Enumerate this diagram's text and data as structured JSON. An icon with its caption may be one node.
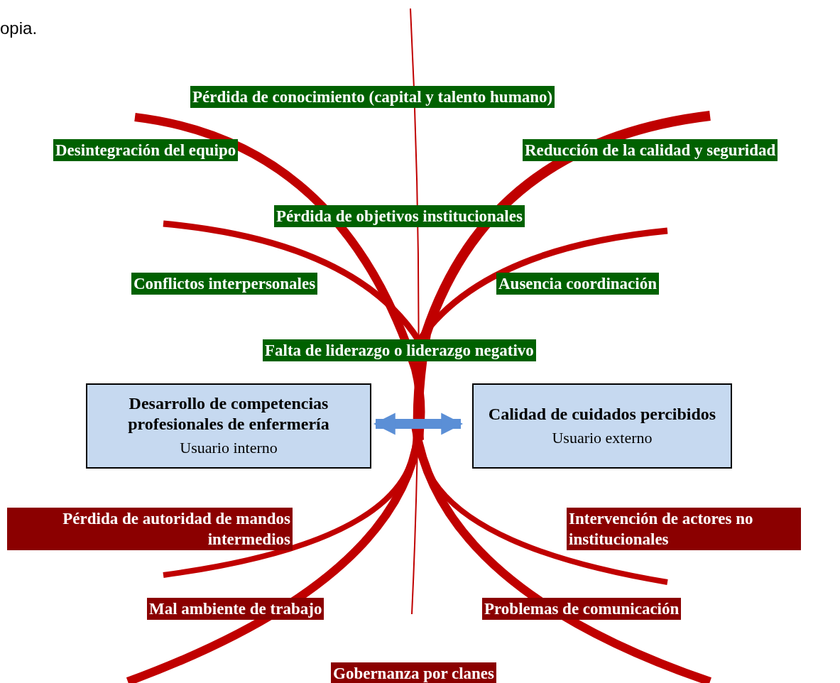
{
  "diagram": {
    "nodes": [
      {
        "text": [
          "Pérdida de conocimiento (capital y talento humano)"
        ]
      },
      {
        "text": [
          "Desintegración del equipo"
        ]
      },
      {
        "text": [
          "Reducción de la calidad y seguridad"
        ]
      },
      {
        "text": [
          "Pérdida de objetivos institucionales"
        ]
      },
      {
        "text": [
          "Conflictos interpersonales"
        ]
      },
      {
        "text": [
          "Ausencia coordinación"
        ]
      },
      {
        "text": [
          "Falta de liderazgo o liderazgo negativo"
        ]
      },
      {
        "text": [
          "Desarrollo de competencias profesionales de enfermería",
          "Usuario interno"
        ]
      },
      {
        "text": [
          "Calidad de cuidados percibidos",
          "Usuario externo"
        ]
      },
      {
        "text": [
          "Pérdida de autoridad de mandos intermedios"
        ]
      },
      {
        "text": [
          "Intervención de actores no institucionales"
        ]
      },
      {
        "text": [
          "Mal ambiente de trabajo"
        ]
      },
      {
        "text": [
          "Problemas de comunicación"
        ]
      },
      {
        "text": [
          "Gobernanza por clanes"
        ]
      }
    ],
    "edges": [
      {
        "from": 7,
        "to": 8,
        "arrow": "both"
      }
    ],
    "labels": [
      "opia."
    ]
  }
}
